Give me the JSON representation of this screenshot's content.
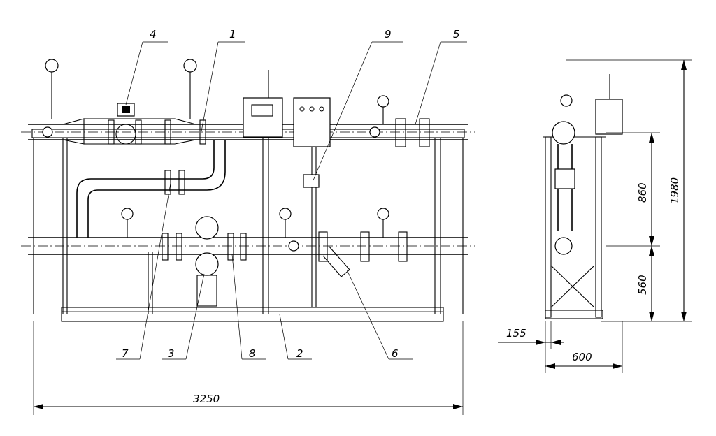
{
  "callouts": {
    "c1": "1",
    "c2": "2",
    "c3": "3",
    "c4": "4",
    "c5": "5",
    "c6": "6",
    "c7": "7",
    "c8": "8",
    "c9": "9"
  },
  "dimensions": {
    "total_width": "3250",
    "upper_height": "860",
    "lower_height": "560",
    "total_height": "1980",
    "depth": "600",
    "offset": "155"
  }
}
